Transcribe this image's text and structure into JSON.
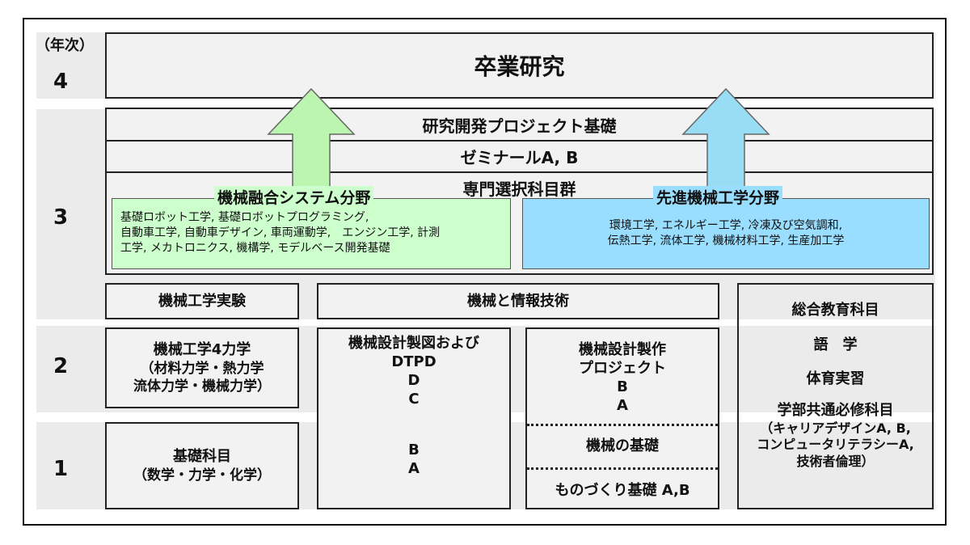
{
  "years": {
    "header": "（年次）",
    "y4": "4",
    "y3": "3",
    "y2": "2",
    "y1": "1"
  },
  "top": {
    "graduation_research": "卒業研究",
    "rd_project": "研究開発プロジェクト基礎",
    "seminar": "ゼミナールA, B",
    "electives": "専門選択科目群"
  },
  "fields": {
    "integrated": {
      "title": "機械融合システム分野",
      "lines": [
        "基礎ロボット工学, 基礎ロボットプログラミング,",
        "自動車工学, 自動車デザイン, 車両運動学,　エンジン工学, 計測",
        "工学, メカトロニクス, 機構学, モデルベース開発基礎"
      ]
    },
    "advanced": {
      "title": "先進機械工学分野",
      "lines": [
        "環境工学, エネルギー工学, 冷凍及び空気調和,",
        "伝熱工学, 流体工学, 機械材料工学, 生産加工学"
      ]
    }
  },
  "colors": {
    "green": "#ccffcc",
    "blue": "#99ddff"
  },
  "courses": {
    "experiment": "機械工学実験",
    "mech_info": "機械と情報技術",
    "four_mech": [
      "機械工学4力学",
      "（材料力学・熱力学",
      "流体力学・機械力学）"
    ],
    "basic": [
      "基礎科目",
      "（数学・力学・化学）"
    ],
    "drawing": [
      "機械設計製図および",
      "DTPD",
      "D",
      "C",
      "B",
      "A"
    ],
    "design_project": [
      "機械設計製作",
      "プロジェクト",
      "B",
      "A"
    ],
    "mech_basics": "機械の基礎",
    "monozukuri": "ものづくり基礎 A,B",
    "general": [
      "総合教育科目",
      "語　学",
      "体育実習",
      "学部共通必修科目",
      "（キャリアデザインA, B,",
      "コンピュータリテラシーA,",
      "技術者倫理）"
    ]
  }
}
